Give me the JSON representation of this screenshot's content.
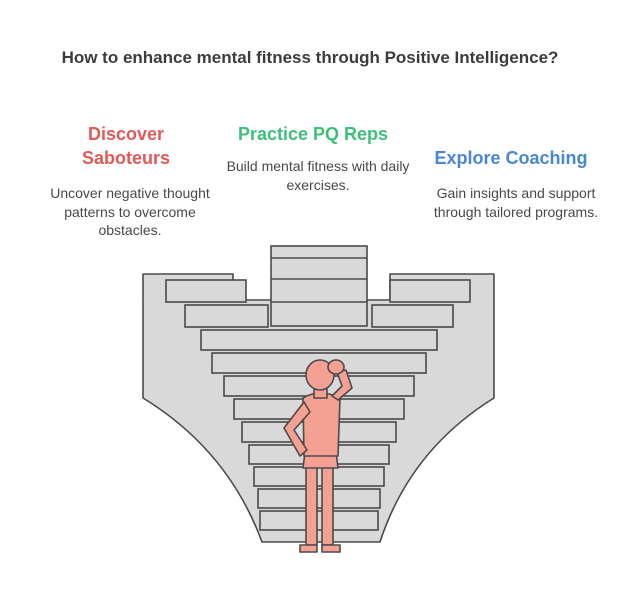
{
  "title": "How to enhance mental fitness through Positive Intelligence?",
  "colors": {
    "saboteurs": "#e05a5a",
    "pq_reps": "#3dbf7c",
    "coaching": "#4a86d4",
    "figure": "#f4a093",
    "stairs": "#d9d9d9",
    "outline": "#4a4a4a"
  },
  "sections": [
    {
      "heading": "Discover Saboteurs",
      "description": "Uncover negative thought patterns to overcome obstacles."
    },
    {
      "heading": "Practice PQ Reps",
      "description": "Build mental fitness with daily exercises."
    },
    {
      "heading": "Explore Coaching",
      "description": "Gain insights and support through tailored programs."
    }
  ]
}
